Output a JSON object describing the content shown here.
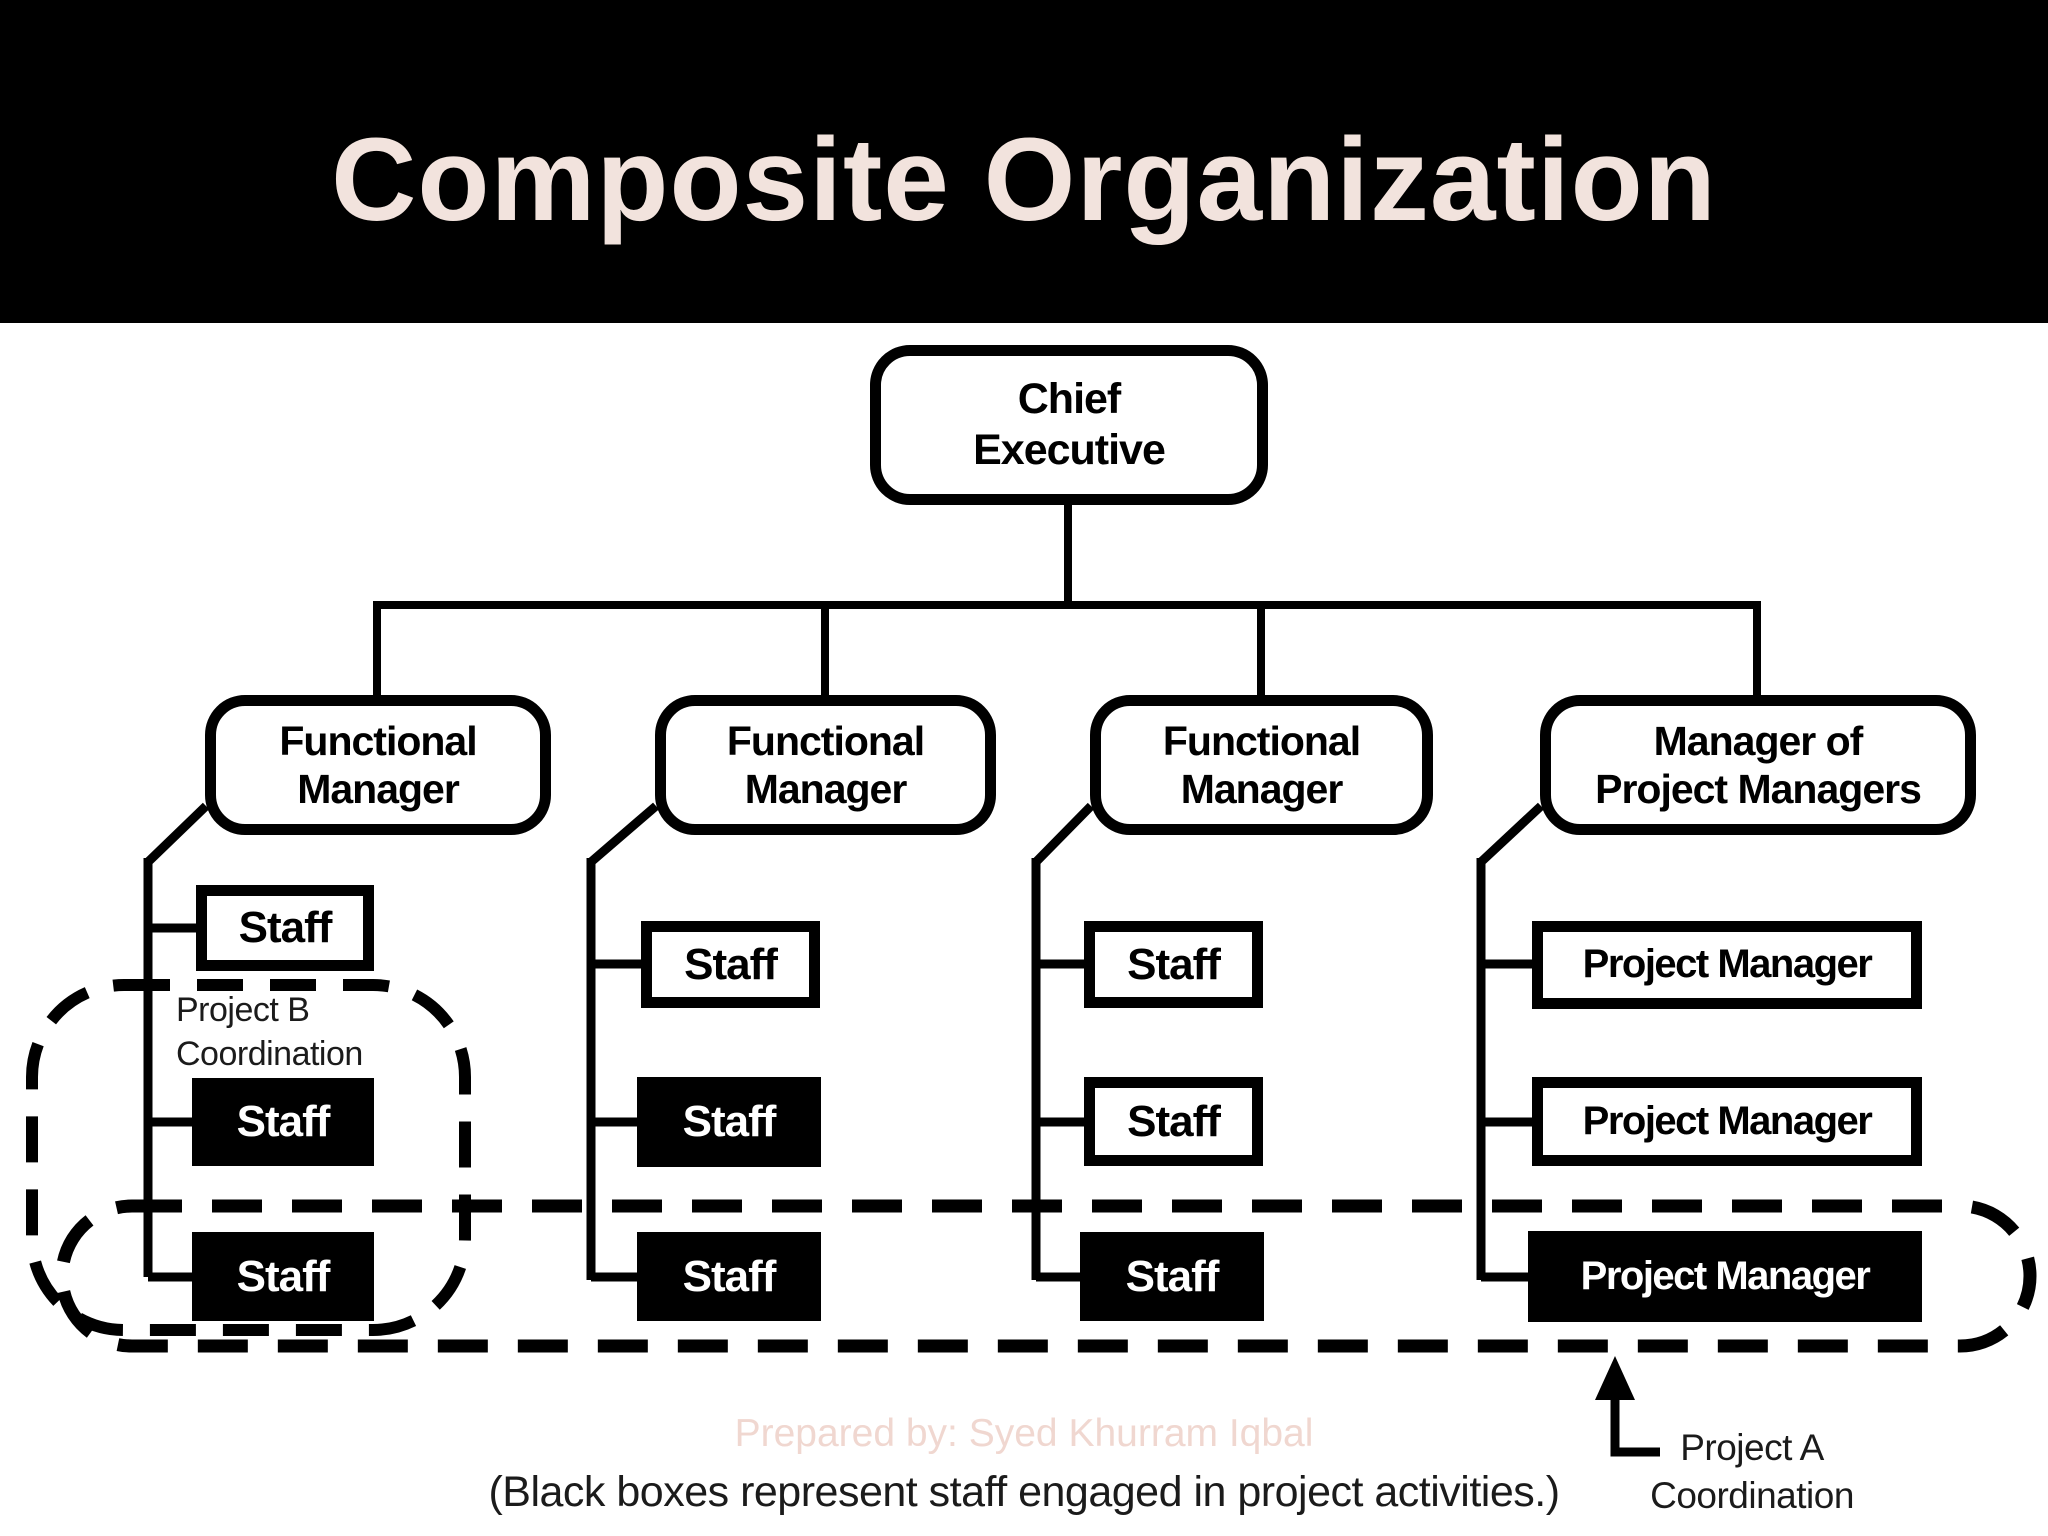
{
  "header": {
    "title": "Composite Organization"
  },
  "chart": {
    "root": {
      "line1": "Chief",
      "line2": "Executive"
    },
    "columns": [
      {
        "manager": {
          "line1": "Functional",
          "line2": "Manager"
        },
        "children": [
          {
            "label": "Staff",
            "filled": false
          },
          {
            "label": "Staff",
            "filled": true
          },
          {
            "label": "Staff",
            "filled": true
          }
        ]
      },
      {
        "manager": {
          "line1": "Functional",
          "line2": "Manager"
        },
        "children": [
          {
            "label": "Staff",
            "filled": false
          },
          {
            "label": "Staff",
            "filled": true
          },
          {
            "label": "Staff",
            "filled": true
          }
        ]
      },
      {
        "manager": {
          "line1": "Functional",
          "line2": "Manager"
        },
        "children": [
          {
            "label": "Staff",
            "filled": false
          },
          {
            "label": "Staff",
            "filled": false
          },
          {
            "label": "Staff",
            "filled": true
          }
        ]
      },
      {
        "manager": {
          "line1": "Manager of",
          "line2": "Project Managers"
        },
        "children": [
          {
            "label": "Project Manager",
            "filled": false
          },
          {
            "label": "Project Manager",
            "filled": false
          },
          {
            "label": "Project Manager",
            "filled": true
          }
        ]
      }
    ],
    "annotations": {
      "project_b": {
        "line1": "Project B",
        "line2": "Coordination"
      },
      "project_a": {
        "line1": "Project A",
        "line2": "Coordination"
      }
    }
  },
  "footer": {
    "prepared_by": "Prepared by: Syed Khurram Iqbal",
    "note": "(Black boxes represent staff engaged in project activities.)"
  },
  "colors": {
    "header_bg": "#000000",
    "title_text": "#f2e3dd",
    "prepared_by_text": "#f0d7d0",
    "note_text": "#1b1b1b",
    "line_color": "#000000",
    "box_fill_dark": "#000000",
    "box_fill_light": "#ffffff"
  }
}
